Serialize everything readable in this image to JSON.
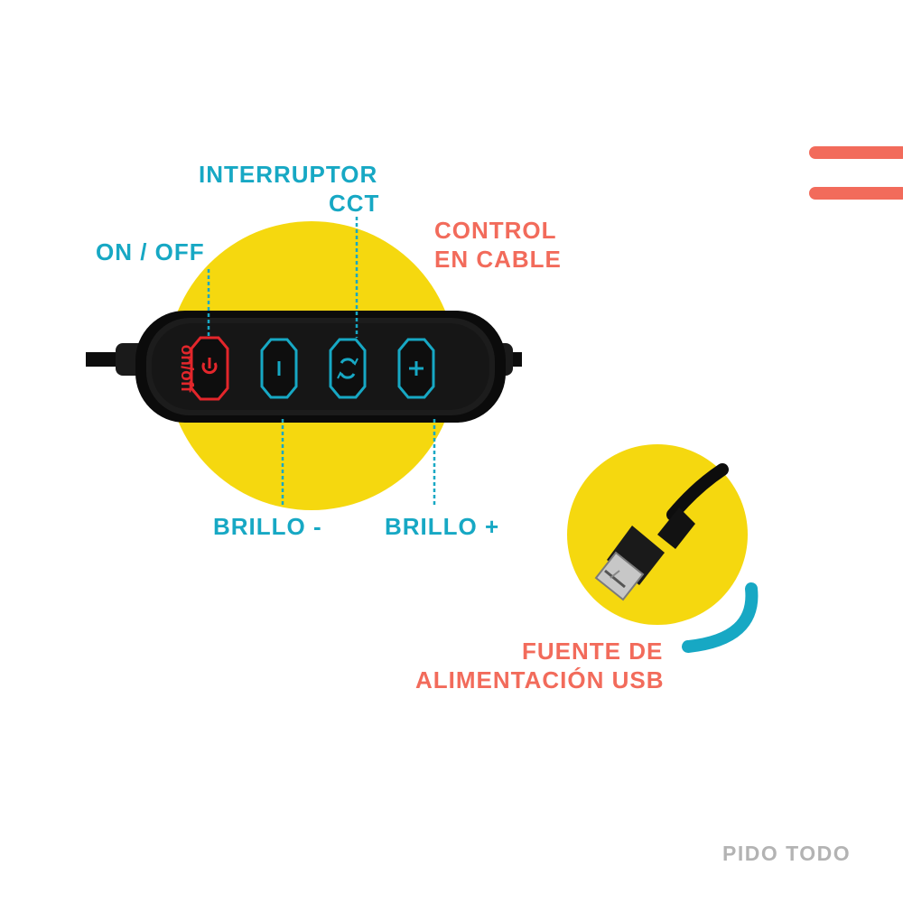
{
  "colors": {
    "yellow": "#f5d80f",
    "blue": "#17a8c4",
    "coral": "#f26b5b",
    "red_text": "#e3262b",
    "gray": "#b3b3b3",
    "device": "#111111"
  },
  "labels": {
    "interruptor": "INTERRUPTOR",
    "cct": "CCT",
    "on_off": "ON / OFF",
    "control_line1": "CONTROL",
    "control_line2": "EN CABLE",
    "brillo_minus": "BRILLO -",
    "brillo_plus": "BRILLO +",
    "fuente_line1": "FUENTE DE",
    "fuente_line2": "ALIMENTACIÓN USB"
  },
  "device": {
    "side_text": "on/off",
    "buttons": [
      {
        "name": "power",
        "icon": "power-icon",
        "color": "#e3262b"
      },
      {
        "name": "minus",
        "icon": "minus-icon",
        "color": "#17a8c4"
      },
      {
        "name": "cct",
        "icon": "cycle-icon",
        "color": "#17a8c4"
      },
      {
        "name": "plus",
        "icon": "plus-icon",
        "color": "#17a8c4"
      }
    ]
  },
  "brand": "PIDO TODO"
}
